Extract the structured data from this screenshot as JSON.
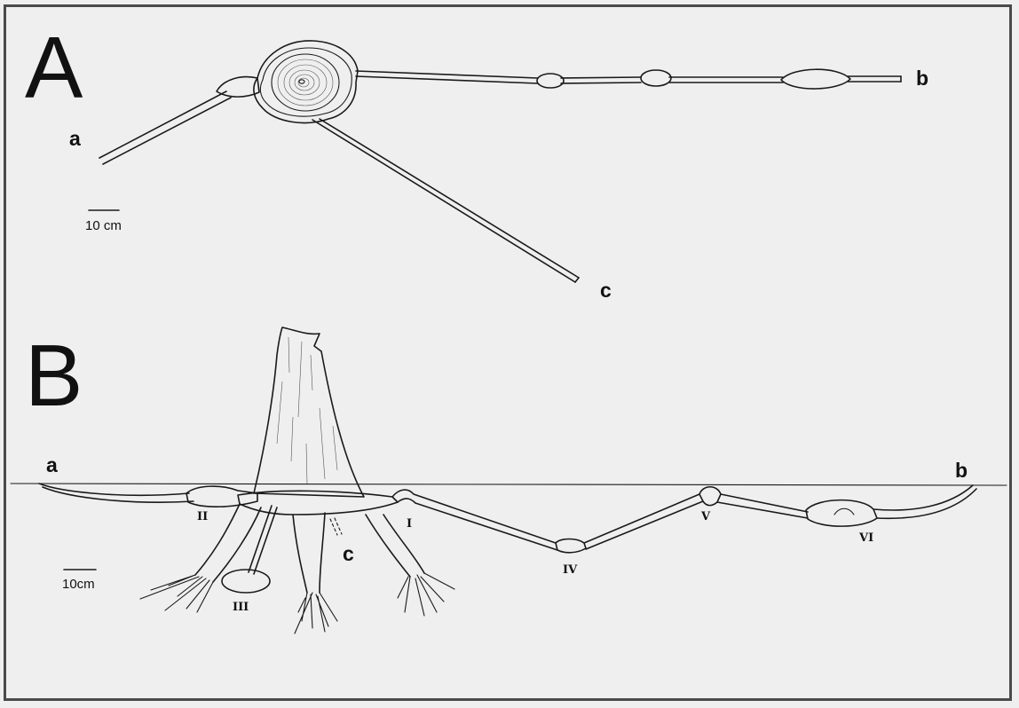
{
  "panels": {
    "a": {
      "letter": "A",
      "end_a": "a",
      "end_b": "b",
      "end_c": "c",
      "scale": "10 cm"
    },
    "b": {
      "letter": "B",
      "end_a": "a",
      "end_b": "b",
      "end_c": "c",
      "scale": "10cm",
      "nodes": {
        "i": "I",
        "ii": "II",
        "iii": "III",
        "iv": "IV",
        "v": "V",
        "vi": "VI"
      }
    }
  },
  "colors": {
    "background": "#efefef",
    "ink": "#1a1a1a",
    "frame": "#4a4a4a"
  }
}
